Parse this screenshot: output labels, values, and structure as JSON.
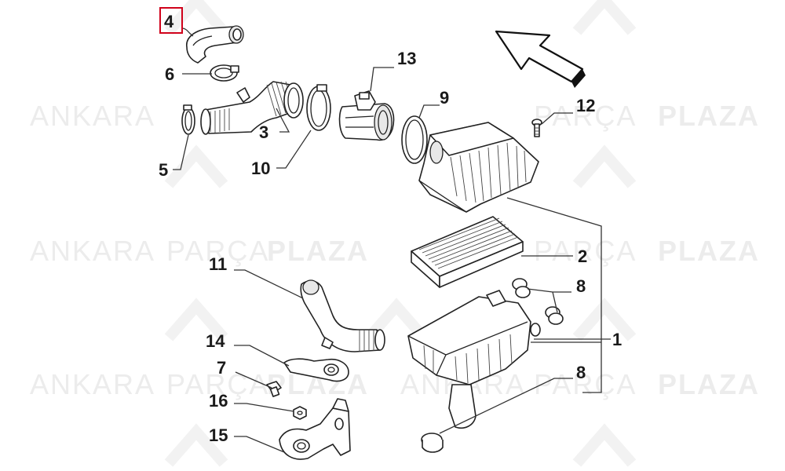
{
  "watermark": {
    "brand_left": "ANKARA",
    "brand_middle": "PARÇA",
    "brand_right": "PLAZA"
  },
  "callouts": [
    {
      "id": "c4",
      "label": "4",
      "highlighted": true
    },
    {
      "id": "c6",
      "label": "6"
    },
    {
      "id": "c3",
      "label": "3"
    },
    {
      "id": "c5",
      "label": "5"
    },
    {
      "id": "c10",
      "label": "10"
    },
    {
      "id": "c13",
      "label": "13"
    },
    {
      "id": "c9",
      "label": "9"
    },
    {
      "id": "c12",
      "label": "12"
    },
    {
      "id": "c2",
      "label": "2"
    },
    {
      "id": "c8a",
      "label": "8"
    },
    {
      "id": "c1",
      "label": "1"
    },
    {
      "id": "c8b",
      "label": "8"
    },
    {
      "id": "c11",
      "label": "11"
    },
    {
      "id": "c14",
      "label": "14"
    },
    {
      "id": "c7",
      "label": "7"
    },
    {
      "id": "c16",
      "label": "16"
    },
    {
      "id": "c15",
      "label": "15"
    }
  ],
  "colors": {
    "highlight_box": "#d0021b",
    "watermark": "#ececec",
    "ink": "#222222"
  }
}
